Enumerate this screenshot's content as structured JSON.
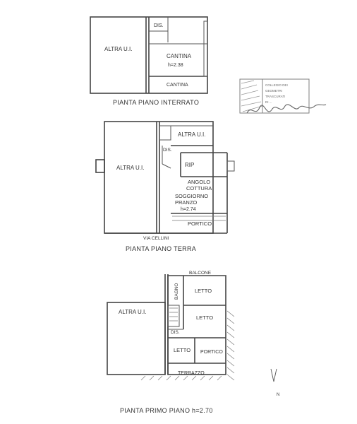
{
  "plans": {
    "basement": {
      "caption": "PIANTA PIANO INTERRATO",
      "rooms": {
        "altra": "ALTRA U.I.",
        "dis": "DIS.",
        "cantina": "CANTINA",
        "height": "h=2.38",
        "cantina2": "CANTINA"
      }
    },
    "ground": {
      "caption": "PIANTA PIANO TERRA",
      "street": "VIA CELLINI",
      "rooms": {
        "altra_top": "ALTRA U.I.",
        "altra_main": "ALTRA U.I.",
        "dis": "DIS.",
        "rip": "RIP",
        "angolo1": "ANGOLO",
        "angolo2": "COTTURA",
        "soggiorno1": "SOGGIORNO",
        "soggiorno2": "PRANZO",
        "height": "h=2.74",
        "portico": "PORTICO"
      }
    },
    "first": {
      "caption": "PIANTA PRIMO PIANO h=2.70",
      "rooms": {
        "balcone": "BALCONE",
        "bagno": "BAGNO",
        "letto1": "LETTO",
        "altra": "ALTRA U.I.",
        "letto2": "LETTO",
        "dis": "DIS.",
        "letto3": "LETTO",
        "portico": "PORTICO",
        "terrazzo": "TERRAZZO"
      }
    }
  },
  "north_marker": "N",
  "stamp": {
    "lines": [
      "COLLEGIO DEI",
      "GEOMETRI",
      "TRASCURATI",
      "DI ..."
    ]
  }
}
